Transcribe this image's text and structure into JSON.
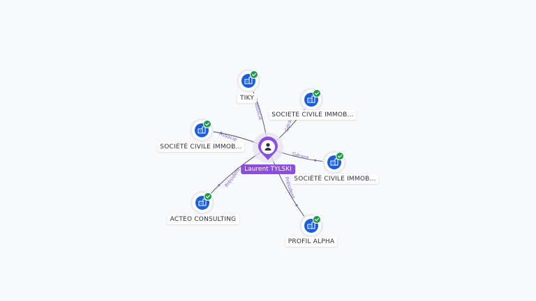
{
  "center": {
    "name": "Laurent TYLSKI",
    "icon": "person-icon",
    "color": "#8a4fe0"
  },
  "nodes": [
    {
      "id": "tiky",
      "label": "TIKY",
      "relation": "Associé",
      "icon": "building-icon"
    },
    {
      "id": "sci1",
      "label": "SOCIETE CIVILE IMMOB...",
      "relation": "Gérant",
      "icon": "building-icon"
    },
    {
      "id": "sci2",
      "label": "SOCIÉTÉ CIVILE IMMOB...",
      "relation": "Associé",
      "icon": "building-icon"
    },
    {
      "id": "sci3",
      "label": "SOCIÉTÉ CIVILE IMMOB...",
      "relation": "Gérant",
      "icon": "building-icon"
    },
    {
      "id": "acteo",
      "label": "ACTEO CONSULTING",
      "relation": "Président",
      "icon": "building-icon"
    },
    {
      "id": "profil",
      "label": "PROFIL ALPHA",
      "relation": "Président",
      "icon": "building-icon"
    }
  ],
  "colors": {
    "company": "#1a5fd6",
    "check": "#1e9b4a",
    "edge": "#4a4a5a",
    "edge_label": "#7a6ad8"
  }
}
